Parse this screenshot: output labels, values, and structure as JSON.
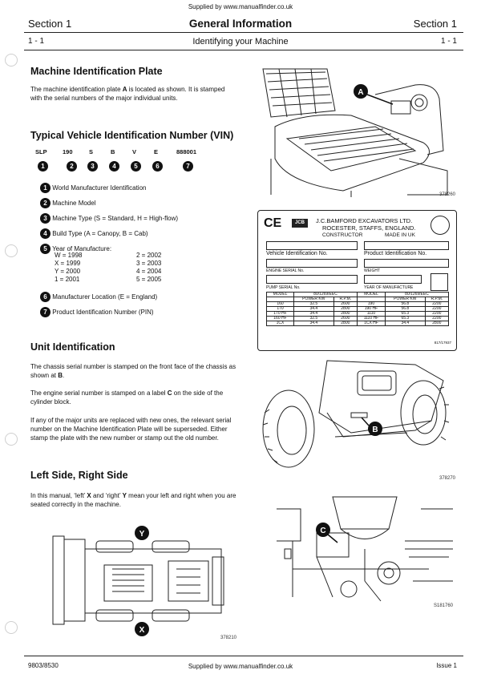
{
  "supplied_top": "Supplied by www.manualfinder.co.uk",
  "supplied_bottom": "Supplied by www.manualfinder.co.uk",
  "header": {
    "section_left": "Section 1",
    "section_right": "Section 1",
    "title": "General Information",
    "subtitle": "Identifying your Machine",
    "page_left": "1 - 1",
    "page_right": "1 - 1"
  },
  "footer": {
    "doc_no": "9803/8530",
    "issue": "Issue 1"
  },
  "machine_plate": {
    "heading": "Machine Identification Plate",
    "text_a": "The machine identification plate ",
    "text_b": "A",
    "text_c": " is located as shown. It is stamped with the serial numbers of the major individual units."
  },
  "vin": {
    "heading": "Typical Vehicle Identification Number (VIN)",
    "codes": [
      "SLP",
      "190",
      "S",
      "B",
      "V",
      "E",
      "888001"
    ],
    "markers": [
      "1",
      "2",
      "3",
      "4",
      "5",
      "6",
      "7"
    ],
    "items": [
      "World Manufacturer Identification",
      "Machine Model",
      "Machine Type (S = Standard, H = High-flow)",
      "Build Type (A = Canopy, B = Cab)",
      "Year of Manufacture:",
      "Manufacturer Location (E = England)",
      "Product Identification Number (PIN)"
    ],
    "years_left": [
      "W = 1998",
      "X = 1999",
      "Y = 2000",
      "1 = 2001"
    ],
    "years_right": [
      "2 = 2002",
      "3 = 2003",
      "4 = 2004",
      "5 = 2005"
    ]
  },
  "unit": {
    "heading": "Unit Identification",
    "p1_a": "The chassis serial number is stamped on the front face of the chassis as shown at ",
    "p1_b": "B",
    "p1_c": ".",
    "p2_a": "The engine serial number is stamped on a label ",
    "p2_b": "C",
    "p2_c": " on the side of the cylinder block.",
    "p3": "If any of the major units are replaced with new ones, the relevant serial number on the Machine Identification Plate will be superseded. Either stamp the plate with the new number or stamp out the old number."
  },
  "sides": {
    "heading": "Left Side, Right Side",
    "text_a": "In this manual, ‘left’ ",
    "x": "X",
    "text_b": " and ‘right’ ",
    "y": "Y",
    "text_c": " mean your left and right when you are seated correctly in the machine."
  },
  "plate": {
    "ce": "CE",
    "jcb": "JCB",
    "line1": "J.C.BAMFORD EXCAVATORS LTD.",
    "line2": "ROCESTER, STAFFS, ENGLAND.",
    "constructor": "CONSTRUCTOR",
    "made_in": "MADE IN UK",
    "vin_label": "Vehicle Identification No.",
    "pin_label": "Product Identification No.",
    "engine_label": "ENGINE SERIAL No.",
    "weight_label": "WEIGHT",
    "pump_label": "PUMP SERIAL No.",
    "year_label": "YEAR OF MANUFACTURE",
    "table_head": [
      "MODEL",
      "80/1269/EEC",
      "",
      "MODEL",
      "80/1269/EEC",
      ""
    ],
    "table_sub": [
      "",
      "POWER KW",
      "R.P.M.",
      "",
      "POWER KW",
      "R.P.M."
    ],
    "rows": [
      [
        "160",
        "32.5",
        "2600",
        "190",
        "56.8",
        "2200"
      ],
      [
        "170",
        "34.4",
        "2800",
        "190 HF",
        "56.8",
        "2200"
      ],
      [
        "170 HF",
        "34.4",
        "2800",
        "1110",
        "65.3",
        "2200"
      ],
      [
        "160 HF",
        "32.5",
        "2600",
        "1110 HF",
        "65.3",
        "2200"
      ],
      [
        "1CX",
        "34.4",
        "2800",
        "1CX HF",
        "34.4",
        "2800"
      ]
    ],
    "part_no": "817/17937"
  },
  "figures": {
    "fig1": "378260",
    "fig2": "378270",
    "fig3": "378210",
    "fig4": "S181760",
    "label_a": "A",
    "label_b": "B",
    "label_c": "C",
    "label_y": "Y",
    "label_x": "X"
  }
}
